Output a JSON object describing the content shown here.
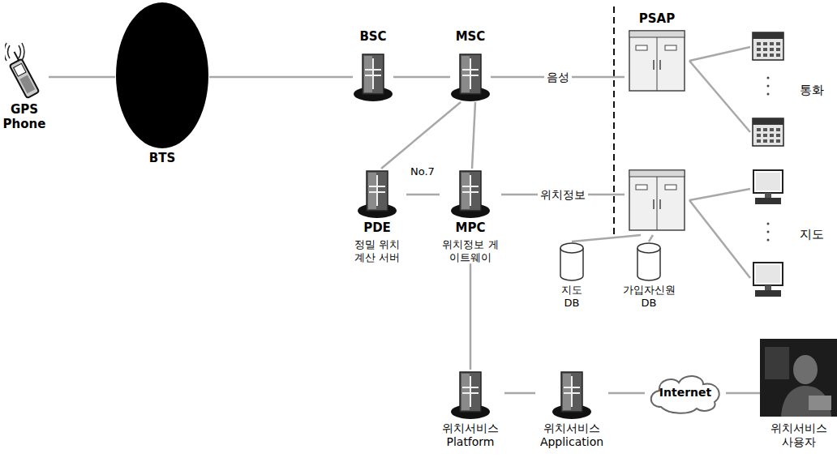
{
  "diagram": {
    "nodes": [
      {
        "text": [
          "GPS Phone"
        ]
      },
      {
        "text": [
          "BTS"
        ]
      },
      {
        "text": [
          "BSC"
        ]
      },
      {
        "text": [
          "MSC"
        ]
      },
      {
        "text": [
          "PDE",
          "정밀 위치 계산 서버"
        ]
      },
      {
        "text": [
          "MPC",
          "위치정보 게이트웨이"
        ]
      },
      {
        "text": [
          "PSAP"
        ]
      },
      {
        "text": [
          "통화"
        ]
      },
      {
        "text": [
          "지도"
        ]
      },
      {
        "text": [
          "지도 DB"
        ]
      },
      {
        "text": [
          "가입자신원 DB"
        ]
      },
      {
        "text": [
          "위치서비스 Platform"
        ]
      },
      {
        "text": [
          "위치서비스 Application"
        ]
      },
      {
        "text": [
          "Internet"
        ]
      },
      {
        "text": [
          "위치서비스 사용자"
        ]
      }
    ],
    "edges": [
      {
        "from": 0,
        "to": 1,
        "arrow": "none"
      },
      {
        "from": 1,
        "to": 2,
        "arrow": "none"
      },
      {
        "from": 2,
        "to": 3,
        "arrow": "none"
      },
      {
        "from": 3,
        "to": 6,
        "label": "음성",
        "arrow": "none"
      },
      {
        "from": 3,
        "to": 4,
        "arrow": "none"
      },
      {
        "from": 3,
        "to": 5,
        "arrow": "none"
      },
      {
        "from": 4,
        "to": 5,
        "arrow": "none"
      },
      {
        "from": 5,
        "to": 6,
        "label": "위치정보",
        "arrow": "none"
      },
      {
        "from": 6,
        "to": 7,
        "arrow": "none"
      },
      {
        "from": 6,
        "to": 8,
        "arrow": "none"
      },
      {
        "from": 6,
        "to": 9,
        "arrow": "none"
      },
      {
        "from": 6,
        "to": 10,
        "arrow": "none"
      },
      {
        "from": 5,
        "to": 11,
        "arrow": "none"
      },
      {
        "from": 11,
        "to": 12,
        "arrow": "none"
      },
      {
        "from": 12,
        "to": 13,
        "arrow": "none"
      },
      {
        "from": 13,
        "to": 14,
        "arrow": "none"
      }
    ],
    "labels": [
      "No.7"
    ]
  }
}
